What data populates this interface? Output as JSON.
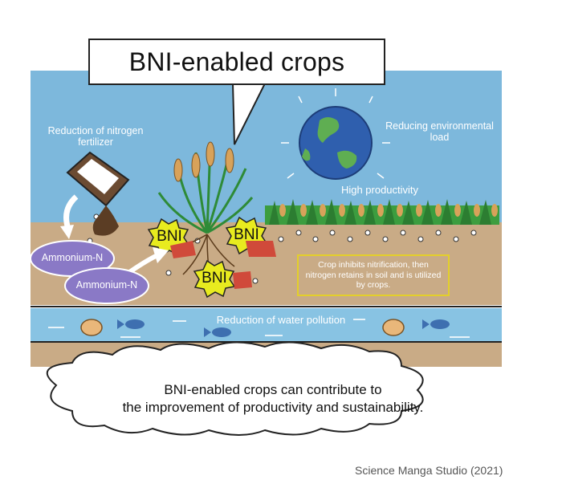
{
  "title": "BNI-enabled crops",
  "labels": {
    "fertilizer": "Reduction of nitrogen fertilizer",
    "environment": "Reducing environmental load",
    "productivity": "High productivity",
    "water": "Reduction of water pollution",
    "ammonium_1": "Ammonium-N",
    "ammonium_2": "Ammonium-N",
    "bni_1": "BNI",
    "bni_2": "BNI",
    "bni_3": "BNI",
    "info": "Crop inhibits nitrification, then nitrogen retains in soil and is utilized by crops."
  },
  "caption": {
    "line1": "BNI-enabled crops can contribute to",
    "line2": "the improvement of productivity and sustainability."
  },
  "credit": "Science Manga Studio (2021)",
  "colors": {
    "sky": "#7db8dc",
    "soil": "#c9ab86",
    "water": "#88c3e3",
    "ammonium": "#8a79c6",
    "bni": "#e8eb1f",
    "info_border": "#e3cf2a"
  }
}
